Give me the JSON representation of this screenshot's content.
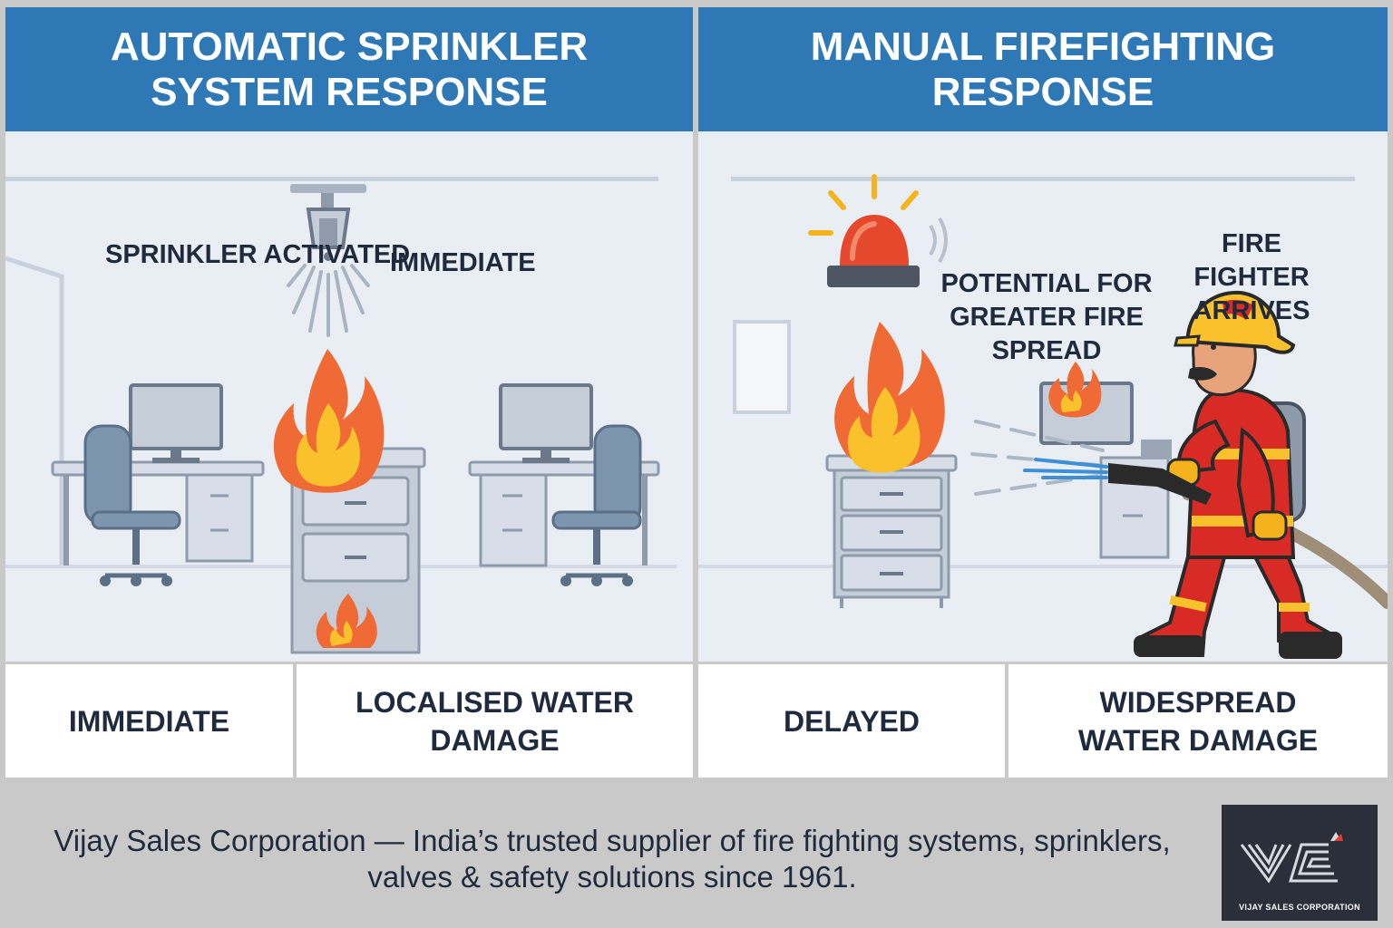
{
  "left": {
    "header": "AUTOMATIC SPRINKLER SYSTEM RESPONSE",
    "label_sprinkler": "SPRINKLER ACTIVATED",
    "label_immediate": "IMMEDIATE",
    "bottom_left": "IMMEDIATE",
    "bottom_right": "LOCALISED WATER DAMAGE"
  },
  "right": {
    "header": "MANUAL FIREFIGHTING RESPONSE",
    "label_spread": "POTENTIAL FOR GREATER FIRE SPREAD",
    "label_firefighter": "FIRE FIGHTER ARRIVES",
    "bottom_left": "DELAYED",
    "bottom_right": "WIDESPREAD WATER DAMAGE"
  },
  "footer": {
    "text": "Vijay Sales Corporation — India’s trusted supplier of fire fighting systems, sprinklers, valves & safety solutions since 1961."
  },
  "logo": {
    "name": "VIJAY SALES CORPORATION"
  },
  "colors": {
    "header_blue": "#2e78b5",
    "flame_orange": "#ef6a35",
    "flame_yellow": "#f9c22d",
    "firefighter_red": "#d92b25"
  }
}
